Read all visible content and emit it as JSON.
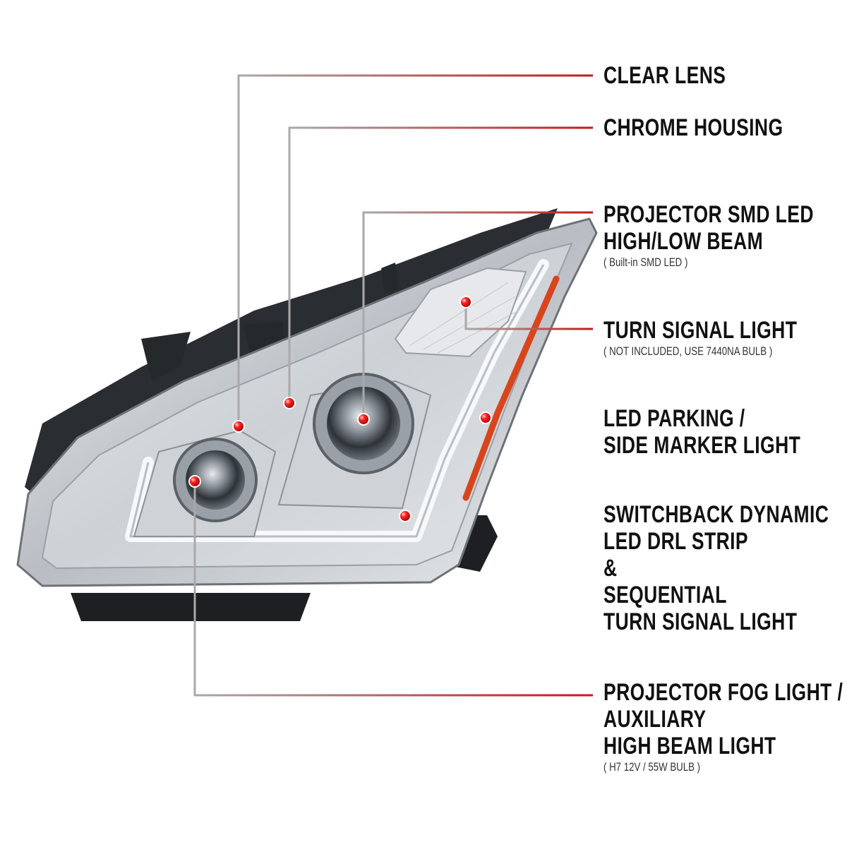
{
  "callouts": [
    {
      "lines": [
        "CLEAR LENS"
      ],
      "note": ""
    },
    {
      "lines": [
        "CHROME HOUSING"
      ],
      "note": ""
    },
    {
      "lines": [
        "PROJECTOR SMD LED",
        "HIGH/LOW BEAM"
      ],
      "note": "( Built-in SMD LED )"
    },
    {
      "lines": [
        "TURN SIGNAL LIGHT"
      ],
      "note": "( NOT INCLUDED, USE 7440NA BULB )"
    },
    {
      "lines": [
        "LED PARKING /",
        "SIDE MARKER LIGHT"
      ],
      "note": ""
    },
    {
      "lines": [
        "SWITCHBACK DYNAMIC",
        "LED DRL STRIP",
        "&",
        "SEQUENTIAL",
        "TURN SIGNAL LIGHT"
      ],
      "note": ""
    },
    {
      "lines": [
        "PROJECTOR FOG LIGHT /",
        "AUXILIARY",
        "HIGH BEAM LIGHT"
      ],
      "note": "( H7 12V / 55W BULB )"
    }
  ],
  "colors": {
    "marker_red": "#e01010",
    "leader_gray": "#a9a9a9",
    "leader_red": "#c41a1a",
    "chrome": "#c9ccd1"
  }
}
